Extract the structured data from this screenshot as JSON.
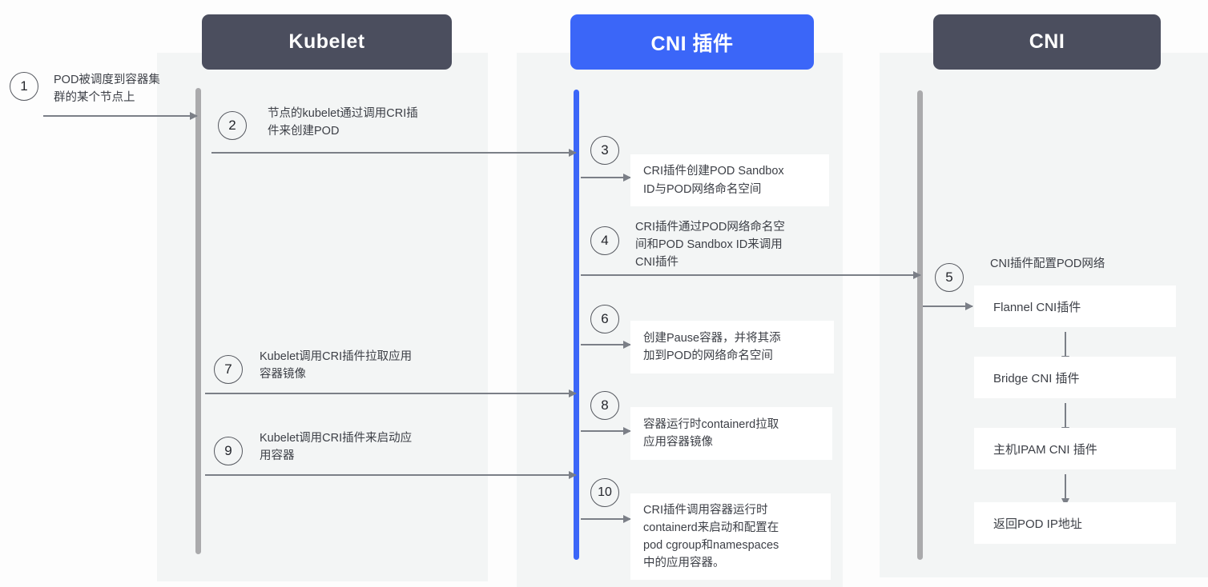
{
  "diagram": {
    "type": "sequence-diagram",
    "title_implicit": "Kubernetes POD 创建与 CNI 网络配置流程"
  },
  "actors": [
    {
      "id": "kubelet",
      "label": "Kubelet",
      "color": "#4b4e5e"
    },
    {
      "id": "cni-plugin",
      "label": "CNI 插件",
      "color": "#3b66f8"
    },
    {
      "id": "cni",
      "label": "CNI",
      "color": "#4b4e5e"
    }
  ],
  "steps": [
    {
      "number": "1",
      "text": "POD被调度到容器集\n群的某个节点上",
      "lane": "external",
      "boxed": false
    },
    {
      "number": "2",
      "text": "节点的kubelet通过调用CRI插\n件来创建POD",
      "lane": "kubelet",
      "boxed": false
    },
    {
      "number": "3",
      "text": "CRI插件创建POD Sandbox\nID与POD网络命名空间",
      "lane": "cni-plugin",
      "boxed": true
    },
    {
      "number": "4",
      "text": "CRI插件通过POD网络命名空\n间和POD Sandbox ID来调用\nCNI插件",
      "lane": "cni-plugin",
      "boxed": false
    },
    {
      "number": "5",
      "text": "CNI插件配置POD网络",
      "lane": "cni",
      "boxed": false
    },
    {
      "number": "6",
      "text": "创建Pause容器，并将其添\n加到POD的网络命名空间",
      "lane": "cni-plugin",
      "boxed": true
    },
    {
      "number": "7",
      "text": "Kubelet调用CRI插件拉取应用\n容器镜像",
      "lane": "kubelet",
      "boxed": false
    },
    {
      "number": "8",
      "text": "容器运行时containerd拉取\n应用容器镜像",
      "lane": "cni-plugin",
      "boxed": true
    },
    {
      "number": "9",
      "text": "Kubelet调用CRI插件来启动应\n用容器",
      "lane": "kubelet",
      "boxed": false
    },
    {
      "number": "10",
      "text": "CRI插件调用容器运行时\ncontainerd来启动和配置在\npod cgroup和namespaces\n中的应用容器。",
      "lane": "cni-plugin",
      "boxed": true
    }
  ],
  "cni_chain": {
    "caption": "CNI插件配置POD网络",
    "items": [
      {
        "label": "Flannel CNI插件"
      },
      {
        "label": "Bridge CNI 插件"
      },
      {
        "label": "主机IPAM CNI 插件"
      },
      {
        "label": "返回POD IP地址"
      }
    ]
  },
  "colors": {
    "page_background": "#fdfdfd",
    "lane_background": "#f3f5f5",
    "lifeline_gray": "#aaaaac",
    "lifeline_blue": "#3b66f8",
    "header_dark": "#4b4e5e",
    "header_blue": "#3b66f8",
    "arrow": "#7b7f87",
    "note_box": "#ffffff",
    "text": "#3c3f46"
  }
}
